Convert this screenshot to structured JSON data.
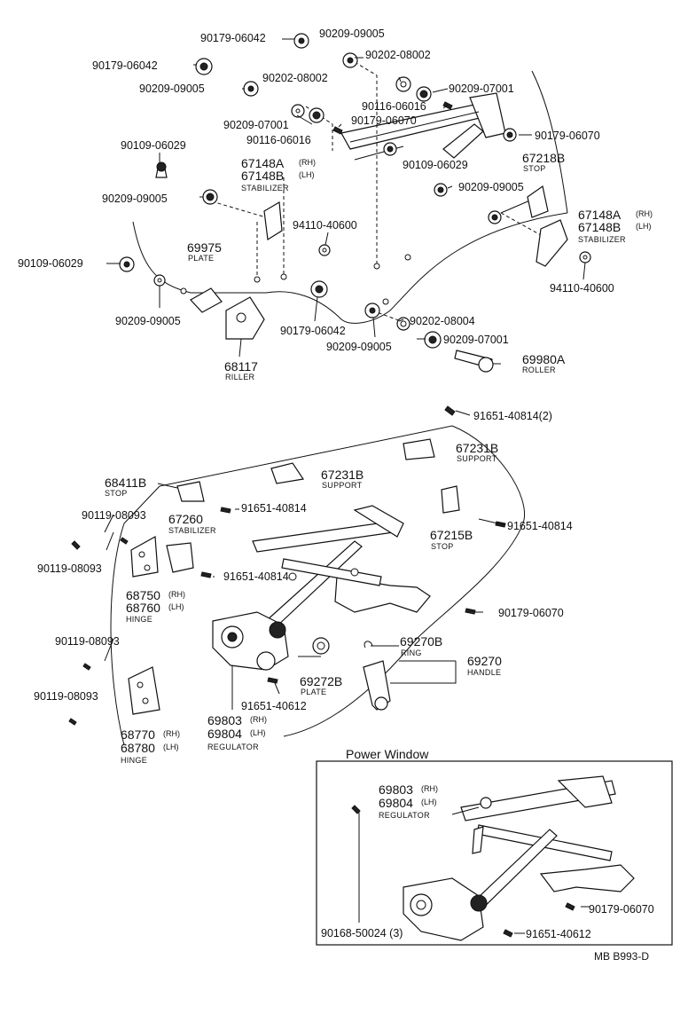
{
  "parts": {
    "p_90179_06042_a": "90179-06042",
    "p_90209_09005_a": "90209-09005",
    "p_90179_06042_b": "90179-06042",
    "p_90202_08002_a": "90202-08002",
    "p_90209_09005_b": "90209-09005",
    "p_90202_08002_b": "90202-08002",
    "p_90209_07001_a": "90209-07001",
    "p_90116_06016_a": "90116-06016",
    "p_90209_07001_b": "90209-07001",
    "p_90179_06070_a": "90179-06070",
    "p_90116_06016_b": "90116-06016",
    "p_90179_06070_b": "90179-06070",
    "p_90109_06029_a": "90109-06029",
    "p_67148A_a": "67148A",
    "p_67148A_a_sfx": "(RH)",
    "p_67148B_a": "67148B",
    "p_67148B_a_sfx": "(LH)",
    "p_stabilizer_a": "STABILIZER",
    "p_90109_06029_b": "90109-06029",
    "p_67218B": "67218B",
    "p_stop_a": "STOP",
    "p_90209_09005_c": "90209-09005",
    "p_90209_09005_d": "90209-09005",
    "p_94110_40600_a": "94110-40600",
    "p_67148A_b": "67148A",
    "p_67148A_b_sfx": "(RH)",
    "p_67148B_b": "67148B",
    "p_67148B_b_sfx": "(LH)",
    "p_stabilizer_b": "STABILIZER",
    "p_69975": "69975",
    "p_plate_a": "PLATE",
    "p_90109_06029_c": "90109-06029",
    "p_94110_40600_b": "94110-40600",
    "p_90209_09005_e": "90209-09005",
    "p_90179_06042_c": "90179-06042",
    "p_90202_08004": "90202-08004",
    "p_90209_09005_f": "90209-09005",
    "p_90209_07001_c": "90209-07001",
    "p_68117": "68117",
    "p_riller": "RILLER",
    "p_69980A": "69980A",
    "p_roller": "ROLLER",
    "p_91651_40814_a": "91651-40814(2)",
    "p_67231B_a": "67231B",
    "p_support_a": "SUPPORT",
    "p_67231B_b": "67231B",
    "p_support_b": "SUPPORT",
    "p_68411B": "68411B",
    "p_stop_b": "STOP",
    "p_90119_08093_a": "90119-08093",
    "p_67260": "67260",
    "p_stabilizer_c": "STABILIZER",
    "p_91651_40814_b": "91651-40814",
    "p_90119_08093_b": "90119-08093",
    "p_67215B": "67215B",
    "p_stop_c": "STOP",
    "p_91651_40814_c": "91651-40814",
    "p_91651_40814_d": "91651-40814",
    "p_68750": "68750",
    "p_68750_sfx": "(RH)",
    "p_68760": "68760",
    "p_68760_sfx": "(LH)",
    "p_hinge_a": "HINGE",
    "p_90179_06070_c": "90179-06070",
    "p_90119_08093_c": "90119-08093",
    "p_69270B": "69270B",
    "p_ring": "RING",
    "p_69270": "69270",
    "p_handle": "HANDLE",
    "p_69272B": "69272B",
    "p_plate_b": "PLATE",
    "p_90119_08093_d": "90119-08093",
    "p_91651_40612_a": "91651-40612",
    "p_69803_a": "69803",
    "p_69803_a_sfx": "(RH)",
    "p_69804_a": "69804",
    "p_69804_a_sfx": "(LH)",
    "p_regulator_a": "REGULATOR",
    "p_68770": "68770",
    "p_68770_sfx": "(RH)",
    "p_68780": "68780",
    "p_68780_sfx": "(LH)",
    "p_hinge_b": "HINGE",
    "p_69803_b": "69803",
    "p_69803_b_sfx": "(RH)",
    "p_69804_b": "69804",
    "p_69804_b_sfx": "(LH)",
    "p_regulator_b": "REGULATOR",
    "p_90179_06070_d": "90179-06070",
    "p_90168_50024": "90168-50024  (3)",
    "p_91651_40612_b": "91651-40612"
  },
  "inset": {
    "title": "Power Window"
  },
  "reference": "MB  B993-D"
}
